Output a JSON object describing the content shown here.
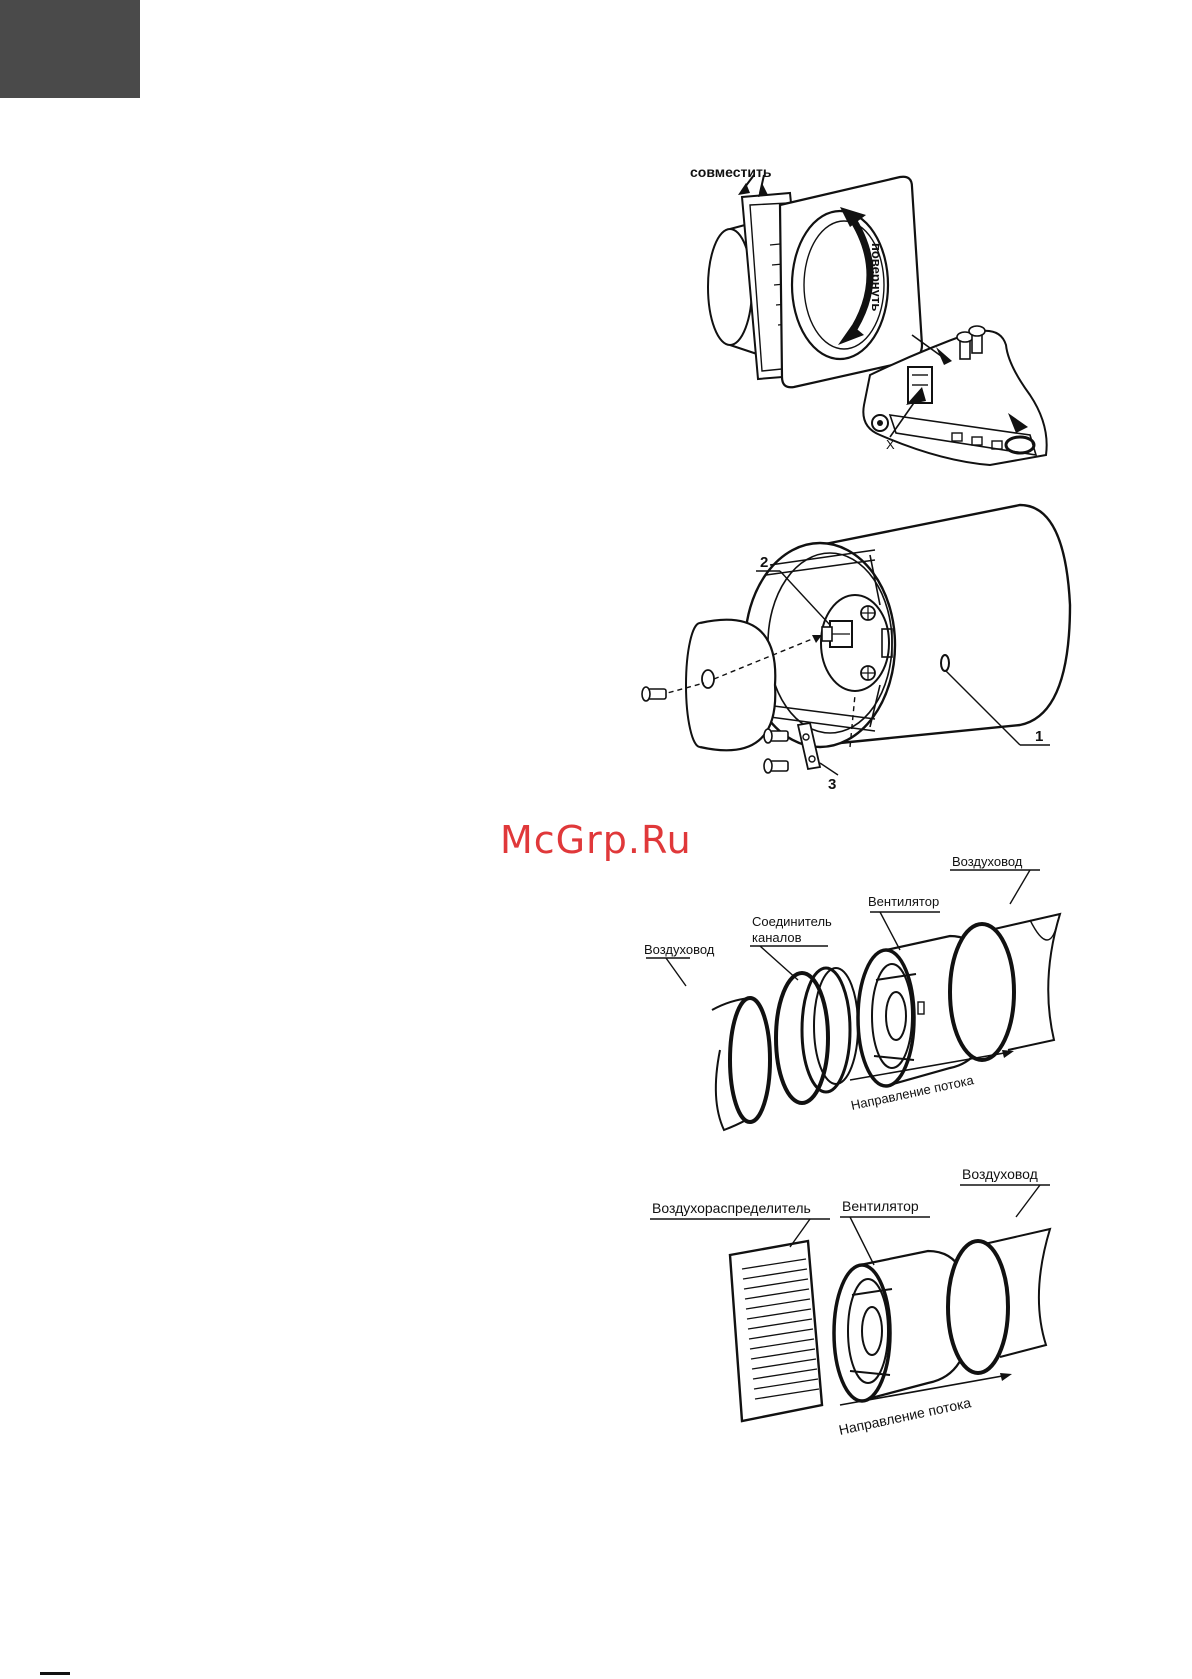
{
  "figures": {
    "fig1": {
      "align_label": "совместить",
      "rotate_label": "повернуть",
      "x_label": "X"
    },
    "fig2": {
      "callout_1": "1",
      "callout_2": "2",
      "callout_3": "3"
    },
    "fig3": {
      "duct_left": "Воздуховод",
      "connector_line1": "Соединитель",
      "connector_line2": "каналов",
      "fan": "Вентилятор",
      "duct_right": "Воздуховод",
      "flow": "Направление потока"
    },
    "fig4": {
      "diffuser": "Воздухораспределитель",
      "fan": "Вентилятор",
      "duct": "Воздуховод",
      "flow": "Направление потока"
    }
  },
  "watermark": "McGrp.Ru",
  "icons": {
    "corner": "dark-tab-block",
    "fig1": "fan-grille-assembly-icon",
    "fig2": "fan-exploded-view-icon",
    "fig3": "duct-installation-icon",
    "fig4": "diffuser-installation-icon"
  },
  "colors": {
    "watermark": "#e0383a",
    "corner_block": "#4a4a4a",
    "line": "#111111"
  }
}
